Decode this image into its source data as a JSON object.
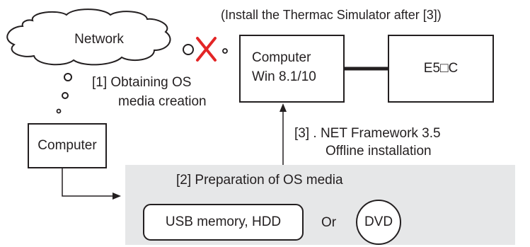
{
  "note": "(Install the Thermac Simulator after [3])",
  "network": {
    "label": "Network"
  },
  "target_computer": {
    "line1": "Computer",
    "line2": "Win 8.1/10"
  },
  "controller": {
    "label": "E5□C"
  },
  "source_computer": {
    "label": "Computer"
  },
  "steps": {
    "step1": {
      "line1": "[1] Obtaining OS",
      "line2": "media creation"
    },
    "step2": {
      "title": "[2] Preparation of OS media",
      "usb_label": "USB memory, HDD",
      "or_label": "Or",
      "dvd_label": "DVD"
    },
    "step3": {
      "line1": "[3] . NET Framework 3.5",
      "line2": "Offline installation"
    }
  },
  "colors": {
    "stroke": "#231f20",
    "panel": "#e6e7e8",
    "cross": "#e32526",
    "background": "#ffffff"
  },
  "icons": {
    "blocked": "red-x-icon",
    "cloud": "cloud-icon"
  }
}
